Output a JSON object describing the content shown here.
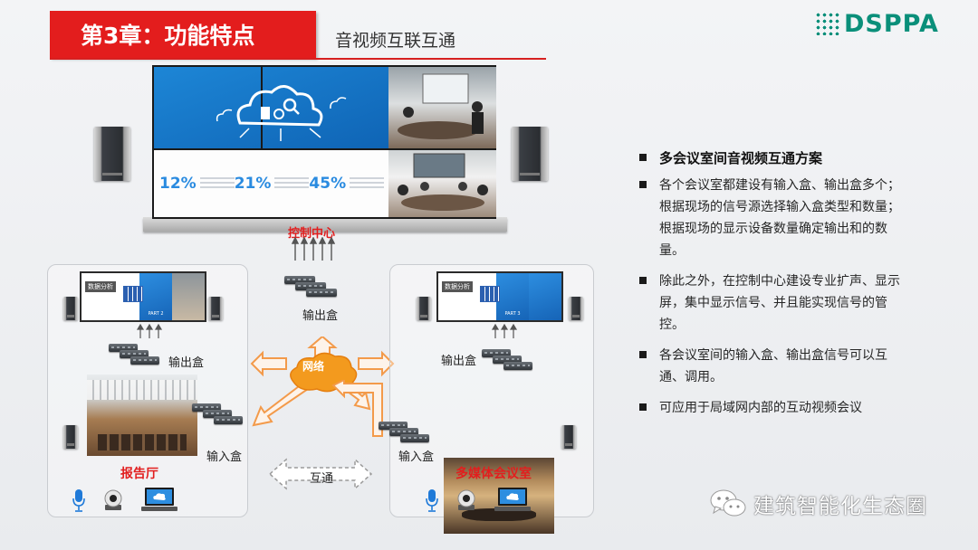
{
  "header": {
    "chapter": "第3章：功能特点",
    "subtitle": "音视频互联互通",
    "logo": "DSPPA"
  },
  "colors": {
    "accent_red": "#e31d1d",
    "brand_teal": "#0a8f7a",
    "arrow_orange": "#f39a4a",
    "wall_blue": "#1d86d6"
  },
  "diagram": {
    "wall_stats": [
      "12%",
      "21%",
      "45%"
    ],
    "control_center": "控制中心",
    "center_output": "输出盒",
    "network": "网络",
    "interconnect": "互通",
    "left_room": {
      "screen_tag": "数据分析",
      "screen_part": "PART 2",
      "output": "输出盒",
      "input": "输入盒",
      "title": "报告厅"
    },
    "right_room": {
      "screen_tag": "数据分析",
      "screen_part": "PART 3",
      "output": "输出盒",
      "input": "输入盒",
      "title": "多媒体会议室"
    },
    "icons": [
      "microphone-icon",
      "camera-icon",
      "computer-icon"
    ]
  },
  "bullets": {
    "heading": "多会议室间音视频互通方案",
    "items": [
      "各个会议室都建设有输入盒、输出盒多个；根据现场的信号源选择输入盒类型和数量；根据现场的显示设备数量确定输出和的数量。",
      "除此之外，在控制中心建设专业扩声、显示屏，集中显示信号、并且能实现信号的管控。",
      "各会议室间的输入盒、输出盒信号可以互通、调用。",
      "可应用于局域网内部的互动视频会议"
    ]
  },
  "watermark": {
    "text": "建筑智能化生态圈",
    "icon": "wechat-icon"
  }
}
